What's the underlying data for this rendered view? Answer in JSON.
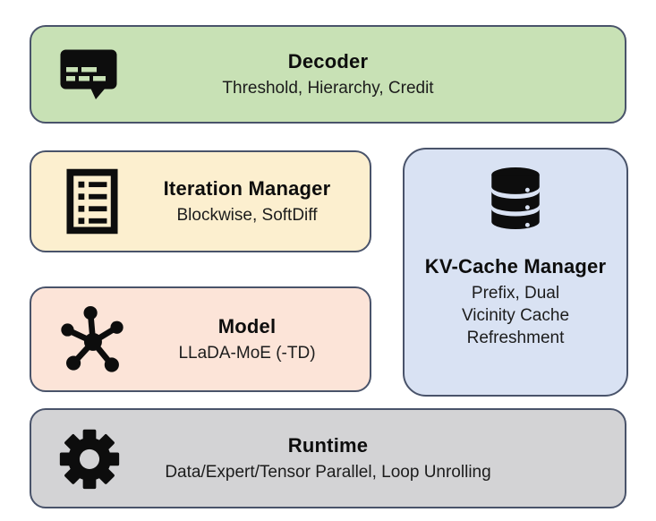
{
  "diagram": {
    "cards": [
      {
        "id": "decoder",
        "title": "Decoder",
        "subtitle": "Threshold, Hierarchy, Credit",
        "icon": "chat-bubble-icon",
        "fill": "#c8e1b5"
      },
      {
        "id": "iteration-manager",
        "title": "Iteration Manager",
        "subtitle": "Blockwise, SoftDiff",
        "icon": "list-document-icon",
        "fill": "#fcefcf"
      },
      {
        "id": "kv-cache-manager",
        "title": "KV-Cache Manager",
        "subtitle_lines": [
          "Prefix, Dual",
          "Vicinity Cache",
          "Refreshment"
        ],
        "icon": "database-icon",
        "fill": "#d9e2f3"
      },
      {
        "id": "model",
        "title": "Model",
        "subtitle": "LLaDA-MoE (-TD)",
        "icon": "network-hub-icon",
        "fill": "#fce4d8"
      },
      {
        "id": "runtime",
        "title": "Runtime",
        "subtitle": "Data/Expert/Tensor Parallel, Loop Unrolling",
        "icon": "gear-icon",
        "fill": "#d3d3d5"
      }
    ],
    "colors": {
      "border": "#49536a",
      "icon": "#0d0d0d",
      "background": "#ffffff",
      "text": "#0d0d0d"
    }
  }
}
